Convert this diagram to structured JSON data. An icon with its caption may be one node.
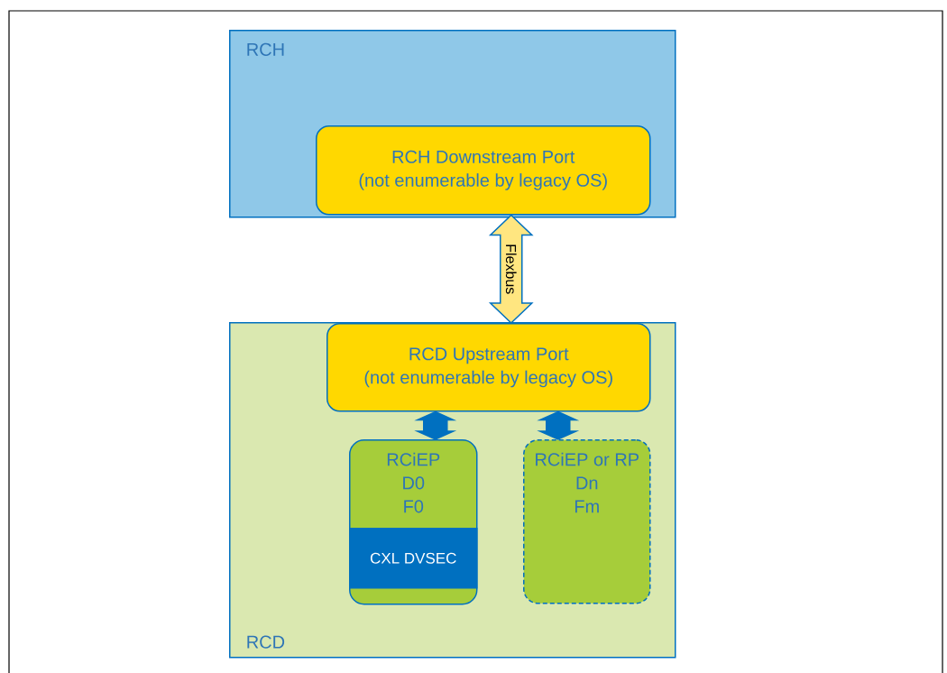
{
  "diagram": {
    "nodes": [
      {
        "text": [
          "RCH"
        ]
      },
      {
        "text": [
          "RCH Downstream Port",
          "(not enumerable by legacy OS)"
        ],
        "in": 0
      },
      {
        "text": [
          "RCD"
        ]
      },
      {
        "text": [
          "RCD Upstream Port",
          "(not enumerable by legacy OS)"
        ],
        "in": 2
      },
      {
        "text": [
          "RCiEP",
          "D0",
          "F0"
        ],
        "in": 2
      },
      {
        "text": [
          "CXL DVSEC"
        ],
        "in": 4
      },
      {
        "text": [
          "RCiEP or RP",
          "Dn",
          "Fm"
        ],
        "in": 2
      }
    ],
    "edges": [
      {
        "from": 1,
        "to": 3,
        "arrow": "both",
        "label": "Flexbus",
        "color": "#ffe680"
      },
      {
        "from": 3,
        "to": 4,
        "arrow": "both"
      },
      {
        "from": 3,
        "to": 6,
        "arrow": "both"
      }
    ]
  }
}
